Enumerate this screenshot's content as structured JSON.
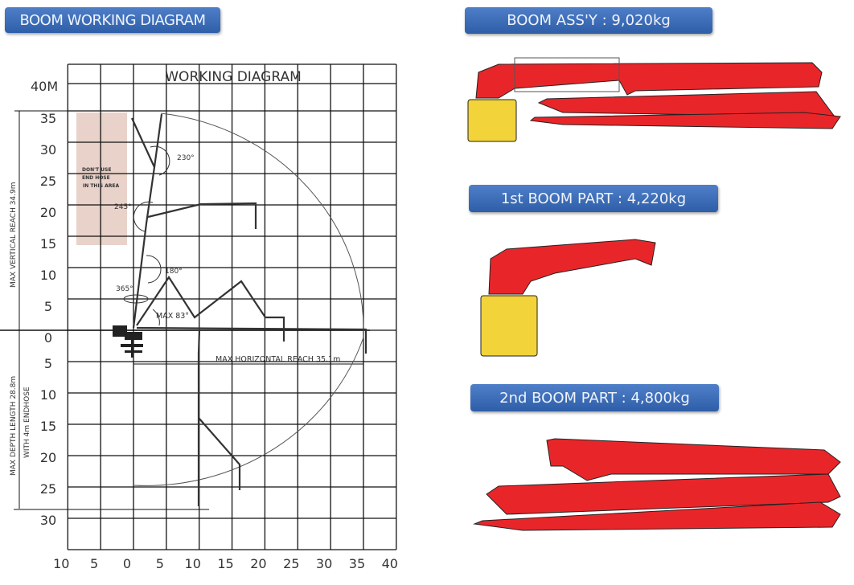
{
  "headers": {
    "working_diagram": "BOOM WORKING DIAGRAM",
    "boom_assy": "BOOM ASS'Y : 9,020kg",
    "first_boom": "1st BOOM PART : 4,220kg",
    "second_boom": "2nd BOOM PART : 4,800kg"
  },
  "diagram": {
    "title": "WORKING  DIAGRAM",
    "top_label": "40M",
    "y_ticks_up": [
      "35",
      "30",
      "25",
      "20",
      "15",
      "10",
      "5",
      "0"
    ],
    "y_ticks_down": [
      "5",
      "10",
      "15",
      "20",
      "25",
      "30"
    ],
    "x_ticks": [
      "10",
      "5",
      "0",
      "5",
      "10",
      "15",
      "20",
      "25",
      "30",
      "35",
      "40"
    ],
    "max_vertical": "MAX  VERTICAL  REACH  34.9m",
    "max_depth": "MAX  DEPTH  LENGTH  28.8m",
    "with_endhose": "WITH  4m  ENDHOSE",
    "max_horizontal": "MAX  HORIZONTAL  REACH  35.1m",
    "warning_line1": "DON'T USE",
    "warning_line2": "END HOSE",
    "warning_line3": "IN THIS AREA",
    "angle_230": "230°",
    "angle_245": "245°",
    "angle_180": "180°",
    "angle_365": "365°",
    "max_83": "MAX 83°"
  },
  "colors": {
    "header_blue": "#3a69b5",
    "boom_red": "#e8262a",
    "turret_yellow": "#f2d33a",
    "warning_area": "#e8d2c9"
  }
}
